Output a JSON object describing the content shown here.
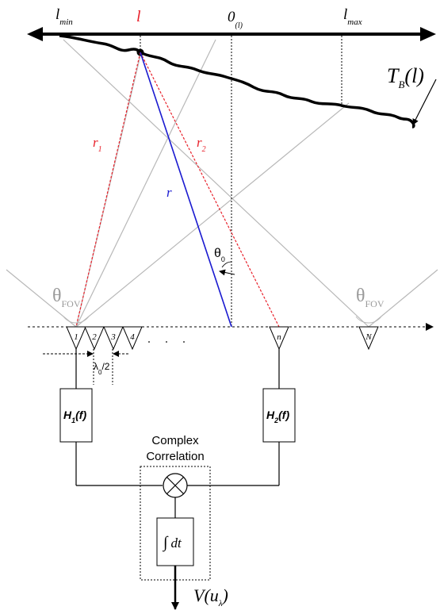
{
  "axis": {
    "l_min": {
      "main": "l",
      "sub": "min"
    },
    "l": "l",
    "zero": {
      "main": "0",
      "sub": "(l)"
    },
    "l_max": {
      "main": "l",
      "sub": "max"
    }
  },
  "brightness": {
    "main": "T",
    "sub": "B",
    "tail": "(l)"
  },
  "rays": {
    "r1": {
      "main": "r",
      "sub": "1"
    },
    "r2": {
      "main": "r",
      "sub": "2"
    },
    "r": "r",
    "theta0": {
      "main": "θ",
      "sub": "0"
    }
  },
  "fov": {
    "left": {
      "main": "θ",
      "sub": "FOV"
    },
    "right": {
      "main": "θ",
      "sub": "FOV"
    }
  },
  "antennas": {
    "labels": [
      "1",
      "2",
      "3",
      "4"
    ],
    "n": "n",
    "N": "N",
    "spacing": {
      "main": "λ",
      "sub": "0",
      "tail": "/2"
    }
  },
  "filters": {
    "h1": {
      "main": "H",
      "sub": "1",
      "tail": "(f)"
    },
    "h2": {
      "main": "H",
      "sub": "2",
      "tail": "(f)"
    }
  },
  "correlator": {
    "title_line1": "Complex",
    "title_line2": "Correlation",
    "integrator": {
      "sym": "∫",
      "text": "dt"
    }
  },
  "output": {
    "main": "V(u",
    "sub": "λ",
    "tail": ")"
  },
  "colors": {
    "red": "#e8202a",
    "blue": "#1a1ad0",
    "gray": "#b8b8b8",
    "black": "#000000"
  }
}
